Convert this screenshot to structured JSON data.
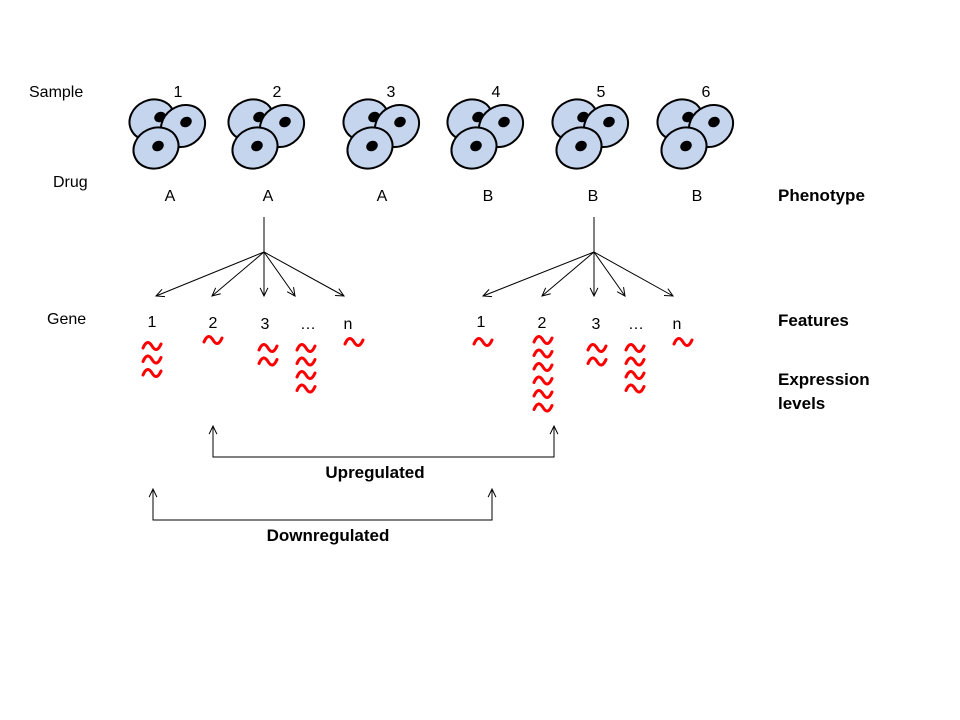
{
  "row_labels": {
    "sample": "Sample",
    "drug": "Drug",
    "gene": "Gene"
  },
  "samples": [
    {
      "number": "1",
      "drug": "A"
    },
    {
      "number": "2",
      "drug": "A"
    },
    {
      "number": "3",
      "drug": "A"
    },
    {
      "number": "4",
      "drug": "B"
    },
    {
      "number": "5",
      "drug": "B"
    },
    {
      "number": "6",
      "drug": "B"
    }
  ],
  "right_labels": {
    "phenotype": "Phenotype",
    "features": "Features",
    "expression_line1": "Expression",
    "expression_line2": "levels"
  },
  "gene_groups": [
    {
      "genes": [
        {
          "label": "1",
          "expression": 3
        },
        {
          "label": "2",
          "expression": 1
        },
        {
          "label": "3",
          "expression": 2
        },
        {
          "label": "…",
          "expression": 4
        },
        {
          "label": "n",
          "expression": 1
        }
      ]
    },
    {
      "genes": [
        {
          "label": "1",
          "expression": 1
        },
        {
          "label": "2",
          "expression": 6
        },
        {
          "label": "3",
          "expression": 2
        },
        {
          "label": "…",
          "expression": 4
        },
        {
          "label": "n",
          "expression": 1
        }
      ]
    }
  ],
  "brackets": {
    "upregulated": "Upregulated",
    "downregulated": "Downregulated"
  },
  "colors": {
    "cell_fill": "#c5d5ed",
    "cell_stroke": "#000000",
    "nucleus": "#000000",
    "wave": "#ff0000",
    "line": "#000000"
  }
}
